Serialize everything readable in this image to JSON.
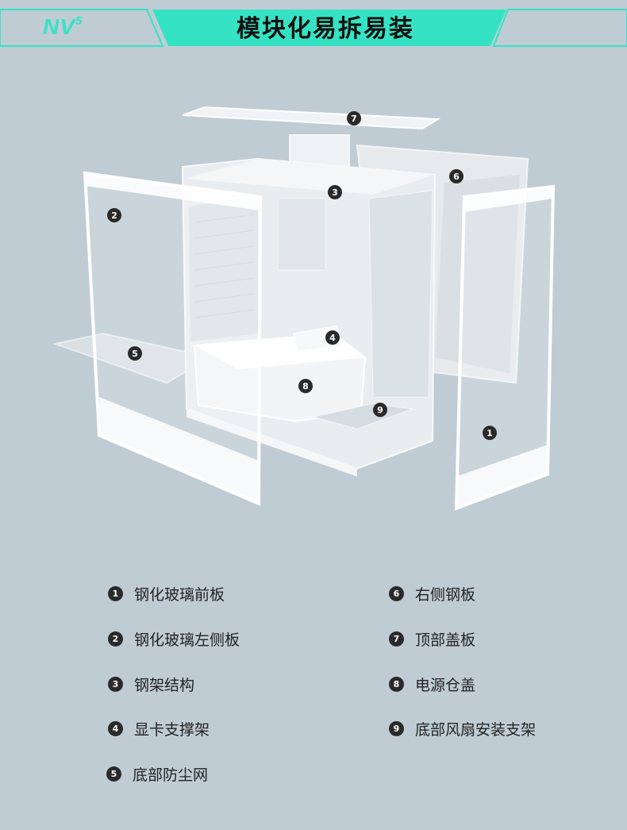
{
  "header": {
    "brand": "NV",
    "brand_sup": "5",
    "title": "模块化易拆易装",
    "accent_color": "#35e3c4"
  },
  "diagram": {
    "callouts": [
      "1",
      "2",
      "3",
      "4",
      "5",
      "6",
      "7",
      "8",
      "9"
    ]
  },
  "legend": {
    "items": [
      {
        "num": "1",
        "label": "钢化玻璃前板"
      },
      {
        "num": "2",
        "label": "钢化玻璃左侧板"
      },
      {
        "num": "3",
        "label": "钢架结构"
      },
      {
        "num": "4",
        "label": "显卡支撑架"
      },
      {
        "num": "5",
        "label": "底部防尘网"
      },
      {
        "num": "6",
        "label": "右侧钢板"
      },
      {
        "num": "7",
        "label": "顶部盖板"
      },
      {
        "num": "8",
        "label": "电源仓盖"
      },
      {
        "num": "9",
        "label": "底部风扇安装支架"
      }
    ]
  }
}
